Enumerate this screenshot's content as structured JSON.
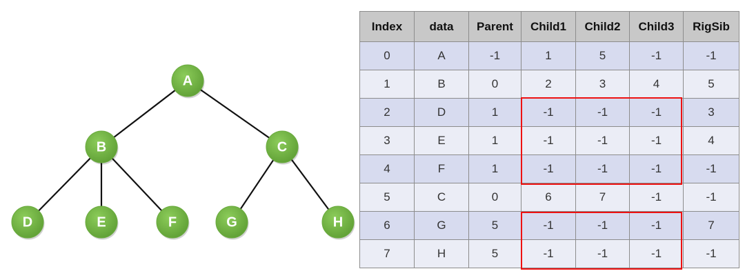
{
  "tree": {
    "colors": {
      "node_fill": "#6aab3e",
      "node_highlight": "#8ccc5a",
      "node_text": "#ffffff",
      "edge": "#111111"
    },
    "nodes": [
      {
        "id": "A",
        "label": "A"
      },
      {
        "id": "B",
        "label": "B"
      },
      {
        "id": "C",
        "label": "C"
      },
      {
        "id": "D",
        "label": "D"
      },
      {
        "id": "E",
        "label": "E"
      },
      {
        "id": "F",
        "label": "F"
      },
      {
        "id": "G",
        "label": "G"
      },
      {
        "id": "H",
        "label": "H"
      }
    ],
    "edges": [
      [
        "A",
        "B"
      ],
      [
        "A",
        "C"
      ],
      [
        "B",
        "D"
      ],
      [
        "B",
        "E"
      ],
      [
        "B",
        "F"
      ],
      [
        "C",
        "G"
      ],
      [
        "C",
        "H"
      ]
    ]
  },
  "table": {
    "headers": [
      "Index",
      "data",
      "Parent",
      "Child1",
      "Child2",
      "Child3",
      "RigSib"
    ],
    "rows": [
      [
        "0",
        "A",
        "-1",
        "1",
        "5",
        "-1",
        "-1"
      ],
      [
        "1",
        "B",
        "0",
        "2",
        "3",
        "4",
        "5"
      ],
      [
        "2",
        "D",
        "1",
        "-1",
        "-1",
        "-1",
        "3"
      ],
      [
        "3",
        "E",
        "1",
        "-1",
        "-1",
        "-1",
        "4"
      ],
      [
        "4",
        "F",
        "1",
        "-1",
        "-1",
        "-1",
        "-1"
      ],
      [
        "5",
        "C",
        "0",
        "6",
        "7",
        "-1",
        "-1"
      ],
      [
        "6",
        "G",
        "5",
        "-1",
        "-1",
        "-1",
        "7"
      ],
      [
        "7",
        "H",
        "5",
        "-1",
        "-1",
        "-1",
        "-1"
      ]
    ],
    "colors": {
      "header_bg": "#c8c8c8",
      "row_odd_bg": "#d7dbef",
      "row_even_bg": "#ebedf6",
      "border": "#8c8c8c",
      "highlight": "#ee1111"
    }
  }
}
